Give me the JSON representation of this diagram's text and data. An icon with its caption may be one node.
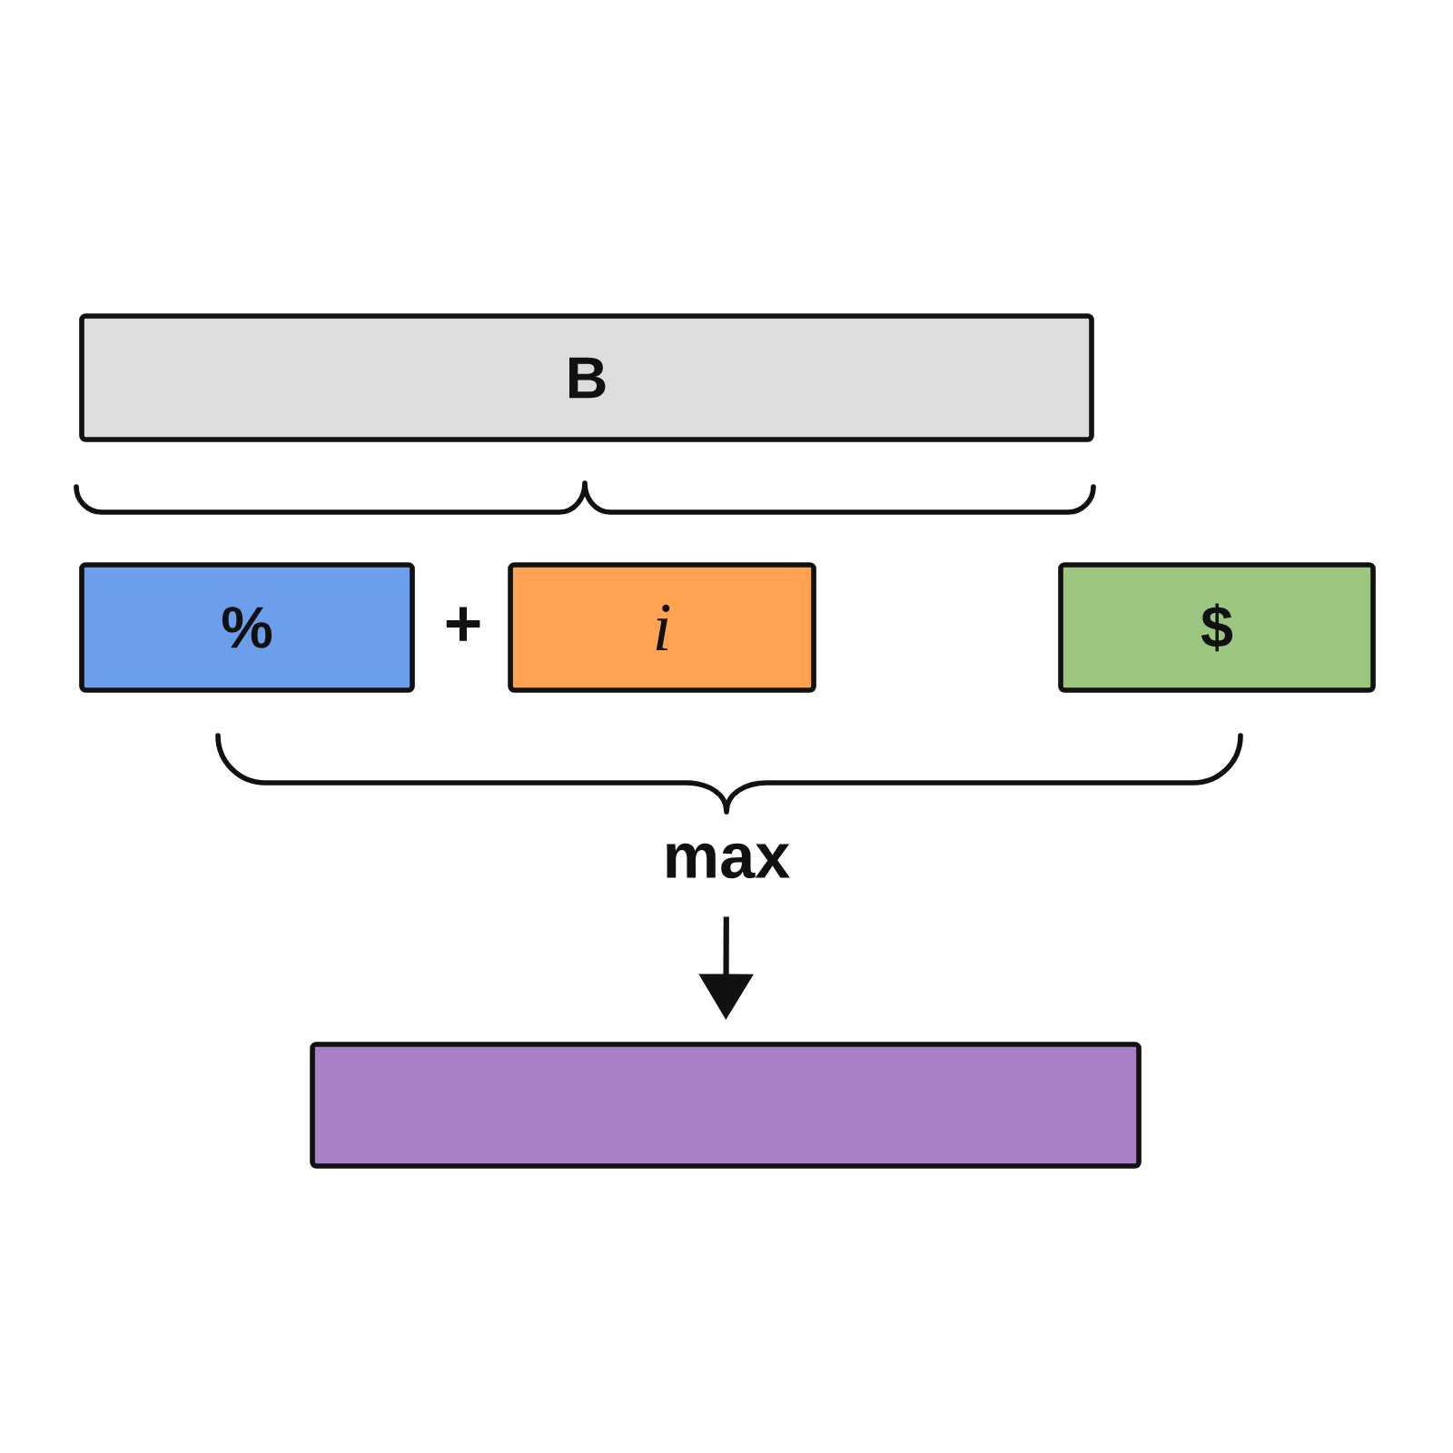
{
  "diagram": {
    "nodes": [
      {
        "text": [
          "B"
        ]
      },
      {
        "text": [
          "%"
        ]
      },
      {
        "text": [
          "i"
        ]
      },
      {
        "text": [
          "$"
        ]
      },
      {
        "text": [
          "max"
        ]
      },
      {
        "text": [],
        "shape": "box"
      }
    ],
    "edges": [
      {
        "from": 4,
        "to": 5,
        "arrow": "to"
      }
    ],
    "labels": [
      "+"
    ]
  }
}
